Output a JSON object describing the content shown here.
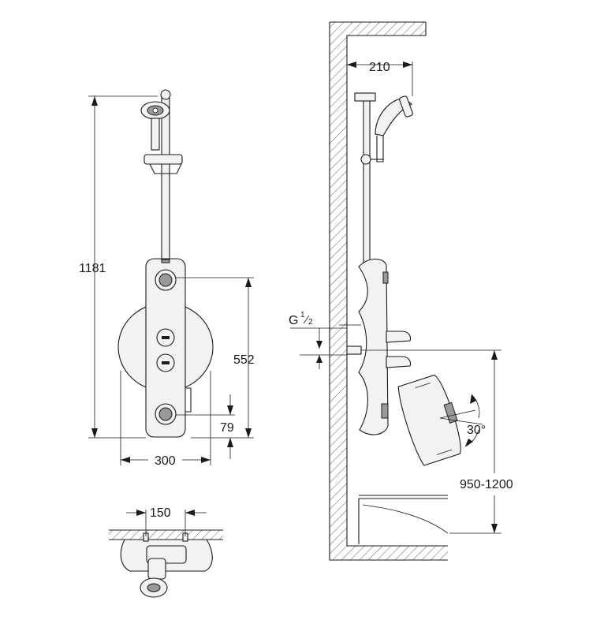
{
  "dimensions": {
    "total_height": "1181",
    "panel_span": "552",
    "bottom_offset": "79",
    "panel_width": "300",
    "wall_spacing": "150",
    "shower_projection": "210",
    "connection_prefix": "G",
    "connection_num": "1",
    "connection_den": "2",
    "tilt_angle": "30°",
    "mount_height": "950-1200"
  }
}
